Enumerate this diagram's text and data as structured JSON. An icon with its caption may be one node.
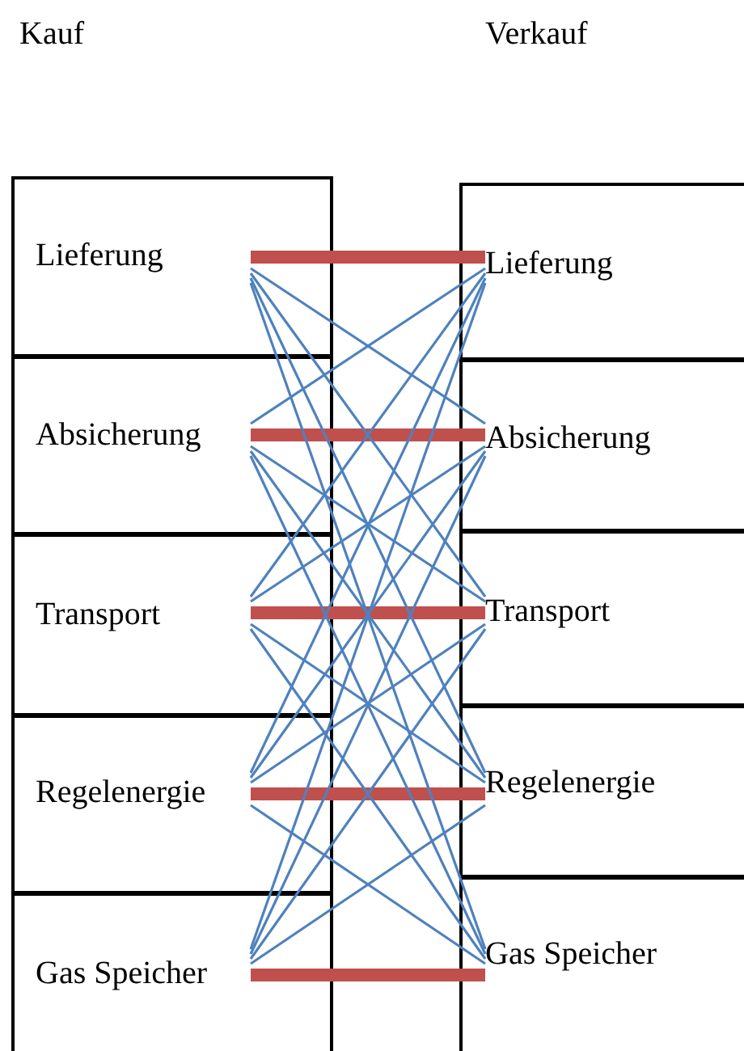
{
  "diagram": {
    "nodes": [
      {
        "text": [
          "Lieferung"
        ]
      },
      {
        "text": [
          "Absicherung"
        ]
      },
      {
        "text": [
          "Transport"
        ]
      },
      {
        "text": [
          "Regelenergie"
        ]
      },
      {
        "text": [
          "Gas Speicher"
        ]
      },
      {
        "text": [
          "Lieferung"
        ]
      },
      {
        "text": [
          "Absicherung"
        ]
      },
      {
        "text": [
          "Transport"
        ]
      },
      {
        "text": [
          "Regelenergie"
        ]
      },
      {
        "text": [
          "Gas Speicher"
        ]
      }
    ],
    "edges": [
      {
        "from": 0,
        "to": 5,
        "arrow": "none",
        "style": "thick",
        "color": "#c0504d"
      },
      {
        "from": 1,
        "to": 6,
        "arrow": "none",
        "style": "thick",
        "color": "#c0504d"
      },
      {
        "from": 2,
        "to": 7,
        "arrow": "none",
        "style": "thick",
        "color": "#c0504d"
      },
      {
        "from": 3,
        "to": 8,
        "arrow": "none",
        "style": "thick",
        "color": "#c0504d"
      },
      {
        "from": 4,
        "to": 9,
        "arrow": "none",
        "style": "thick",
        "color": "#c0504d"
      },
      {
        "from": 0,
        "to": 6,
        "arrow": "none"
      },
      {
        "from": 0,
        "to": 7,
        "arrow": "none"
      },
      {
        "from": 0,
        "to": 8,
        "arrow": "none"
      },
      {
        "from": 0,
        "to": 9,
        "arrow": "none"
      },
      {
        "from": 1,
        "to": 5,
        "arrow": "none"
      },
      {
        "from": 1,
        "to": 7,
        "arrow": "none"
      },
      {
        "from": 1,
        "to": 8,
        "arrow": "none"
      },
      {
        "from": 1,
        "to": 9,
        "arrow": "none"
      },
      {
        "from": 2,
        "to": 5,
        "arrow": "none"
      },
      {
        "from": 2,
        "to": 6,
        "arrow": "none"
      },
      {
        "from": 2,
        "to": 8,
        "arrow": "none"
      },
      {
        "from": 2,
        "to": 9,
        "arrow": "none"
      },
      {
        "from": 3,
        "to": 5,
        "arrow": "none"
      },
      {
        "from": 3,
        "to": 6,
        "arrow": "none"
      },
      {
        "from": 3,
        "to": 7,
        "arrow": "none"
      },
      {
        "from": 3,
        "to": 9,
        "arrow": "none"
      },
      {
        "from": 4,
        "to": 5,
        "arrow": "none"
      },
      {
        "from": 4,
        "to": 6,
        "arrow": "none"
      },
      {
        "from": 4,
        "to": 7,
        "arrow": "none"
      },
      {
        "from": 4,
        "to": 8,
        "arrow": "none"
      }
    ],
    "labels": [
      "Kauf",
      "Verkauf"
    ]
  }
}
